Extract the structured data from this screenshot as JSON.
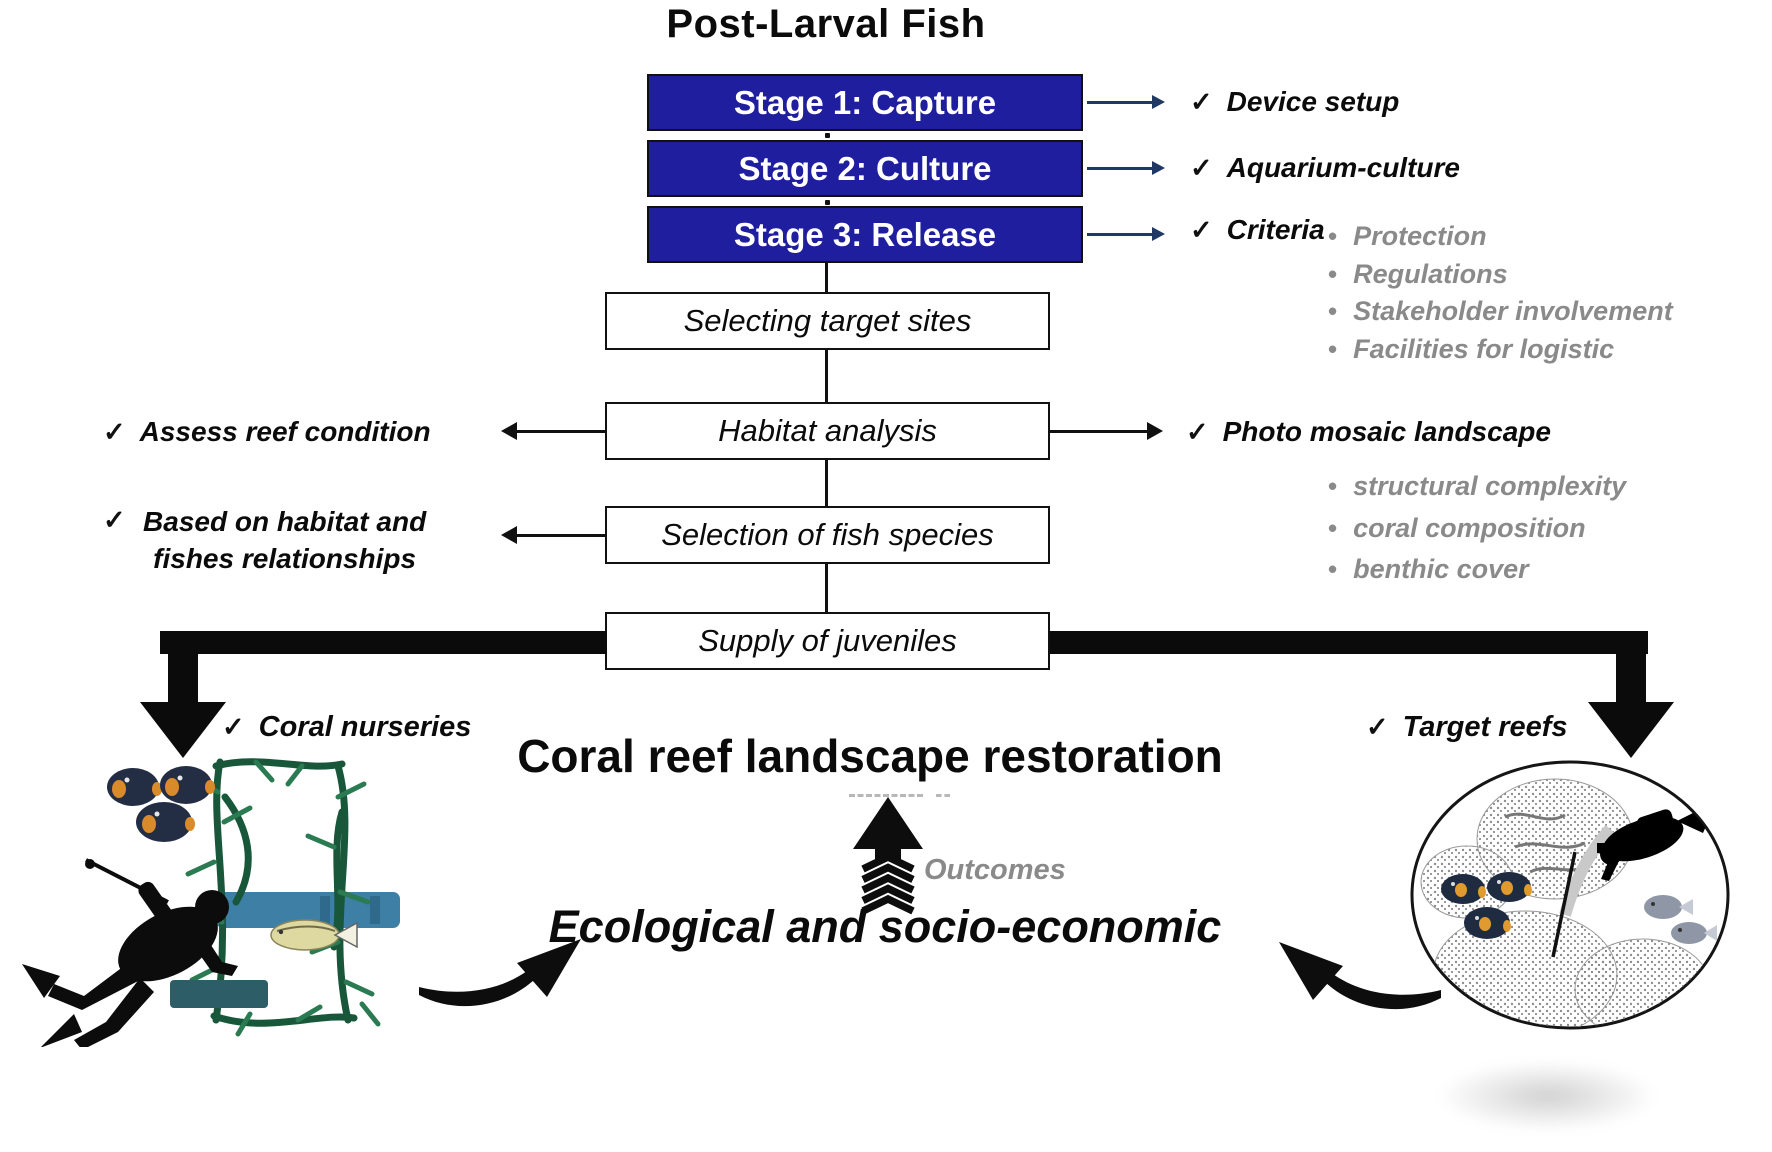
{
  "title": "Post-Larval Fish",
  "glyphs": {
    "check": "✓",
    "bullet": "•"
  },
  "stages": [
    {
      "label": "Stage 1: Capture"
    },
    {
      "label": "Stage 2: Culture"
    },
    {
      "label": "Stage 3: Release"
    }
  ],
  "stage_annotations": [
    {
      "label": "Device setup"
    },
    {
      "label": "Aquarium-culture"
    },
    {
      "label": "Criteria"
    }
  ],
  "criteria_bullets": [
    {
      "label": "Protection"
    },
    {
      "label": "Regulations"
    },
    {
      "label": "Stakeholder involvement"
    },
    {
      "label": "Facilities for logistic"
    }
  ],
  "flow": [
    {
      "label": "Selecting target sites"
    },
    {
      "label": "Habitat analysis"
    },
    {
      "label": "Selection of fish species"
    },
    {
      "label": "Supply of juveniles"
    }
  ],
  "left_annotations": {
    "assess": "Assess reef condition",
    "based_line1": "Based on habitat and",
    "based_line2": "fishes relationships"
  },
  "photo_mosaic": {
    "label": "Photo mosaic landscape",
    "bullets": [
      {
        "label": "structural complexity"
      },
      {
        "label": "coral composition"
      },
      {
        "label": "benthic cover"
      }
    ]
  },
  "bottom": {
    "coral_nurseries": "Coral nurseries",
    "target_reefs": "Target reefs",
    "heading": "Coral reef landscape restoration",
    "outcomes_label": "Outcomes",
    "subheading": "Ecological and socio-economic"
  },
  "colors": {
    "stage_box_fill": "#1e1e9e",
    "navy_arrow": "#203864",
    "gray_text": "#8a8a8a"
  }
}
